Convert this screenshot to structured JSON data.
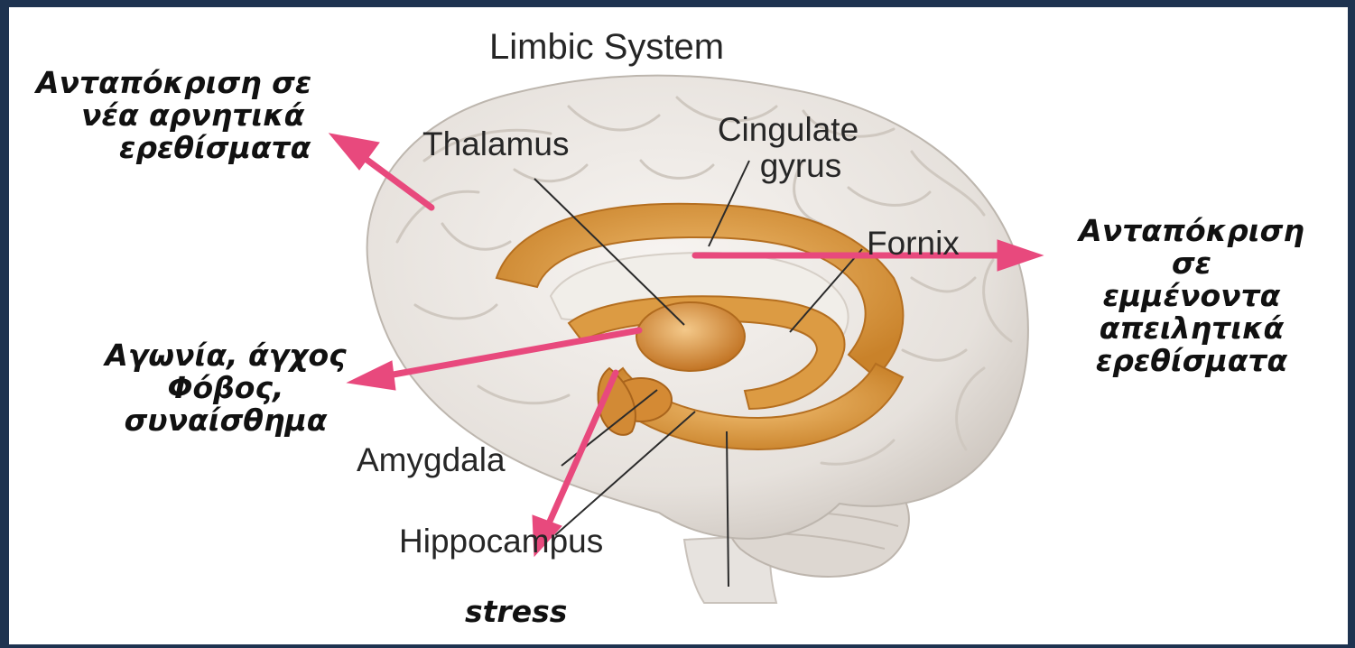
{
  "diagram": {
    "title": "Limbic System",
    "structures": {
      "thalamus": "Thalamus",
      "cingulate_line1": "Cingulate",
      "cingulate_line2": "gyrus",
      "fornix": "Fornix",
      "amygdala": "Amygdala",
      "hippocampus": "Hippocampus"
    },
    "responses": {
      "new_negative": [
        "Ανταπόκριση σε",
        "νέα αρνητικά",
        "ερεθίσματα"
      ],
      "persistent_threat": [
        "Ανταπόκριση",
        "σε",
        "εμμένοντα",
        "απειλητικά",
        "ερεθίσματα"
      ],
      "anxiety": [
        "Αγωνία, άγχος",
        "Φόβος,",
        "συναίσθημα"
      ],
      "stress": "stress"
    },
    "colors": {
      "background": "#1e3350",
      "arrow": "#e8497d",
      "limbic": "#d99a3a",
      "brain": "#ebe7e2"
    }
  }
}
